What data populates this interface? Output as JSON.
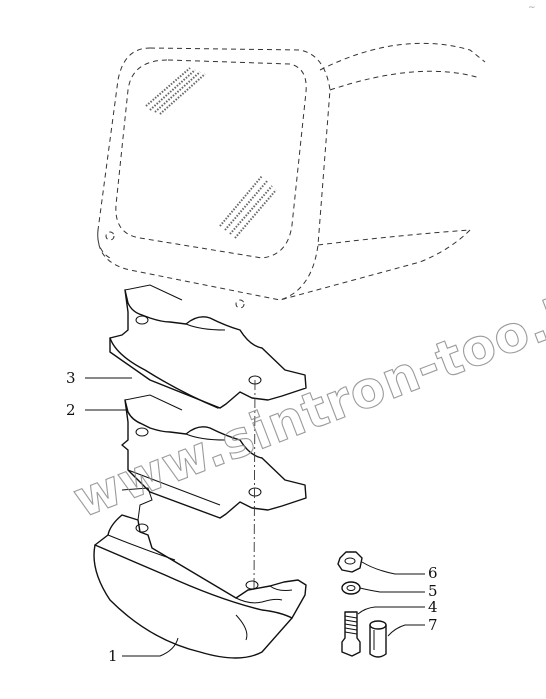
{
  "labels": {
    "p1": "1",
    "p2": "2",
    "p3": "3",
    "p4": "4",
    "p5": "5",
    "p6": "6",
    "p7": "7"
  },
  "watermark": "www.sintron-too.kz",
  "corner_mark": "~"
}
